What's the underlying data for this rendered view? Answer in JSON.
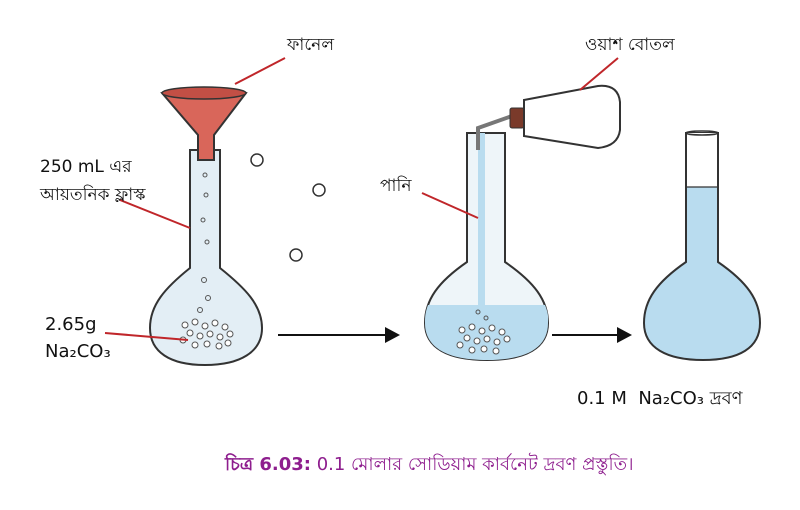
{
  "labels": {
    "funnel": "ফানেল",
    "wash_bottle": "ওয়াশ বোতল",
    "flask_line1": "250 mL এর",
    "flask_line2": "আয়তনিক ফ্লাস্ক",
    "water": "পানি",
    "mass": "2.65g",
    "compound_left": "Na₂CO₃",
    "result": "0.1 M  Na₂CO₃ দ্রবণ"
  },
  "caption": {
    "prefix": "চিত্র 6.03:",
    "text": " 0.1 মোলার সোডিয়াম কার্বনেট দ্রবণ প্রস্তুতি।"
  },
  "colors": {
    "funnel": "#d9665a",
    "pointer_line": "#c0262a",
    "solution": "#b9dcef",
    "caption": "#8e1e8e"
  }
}
